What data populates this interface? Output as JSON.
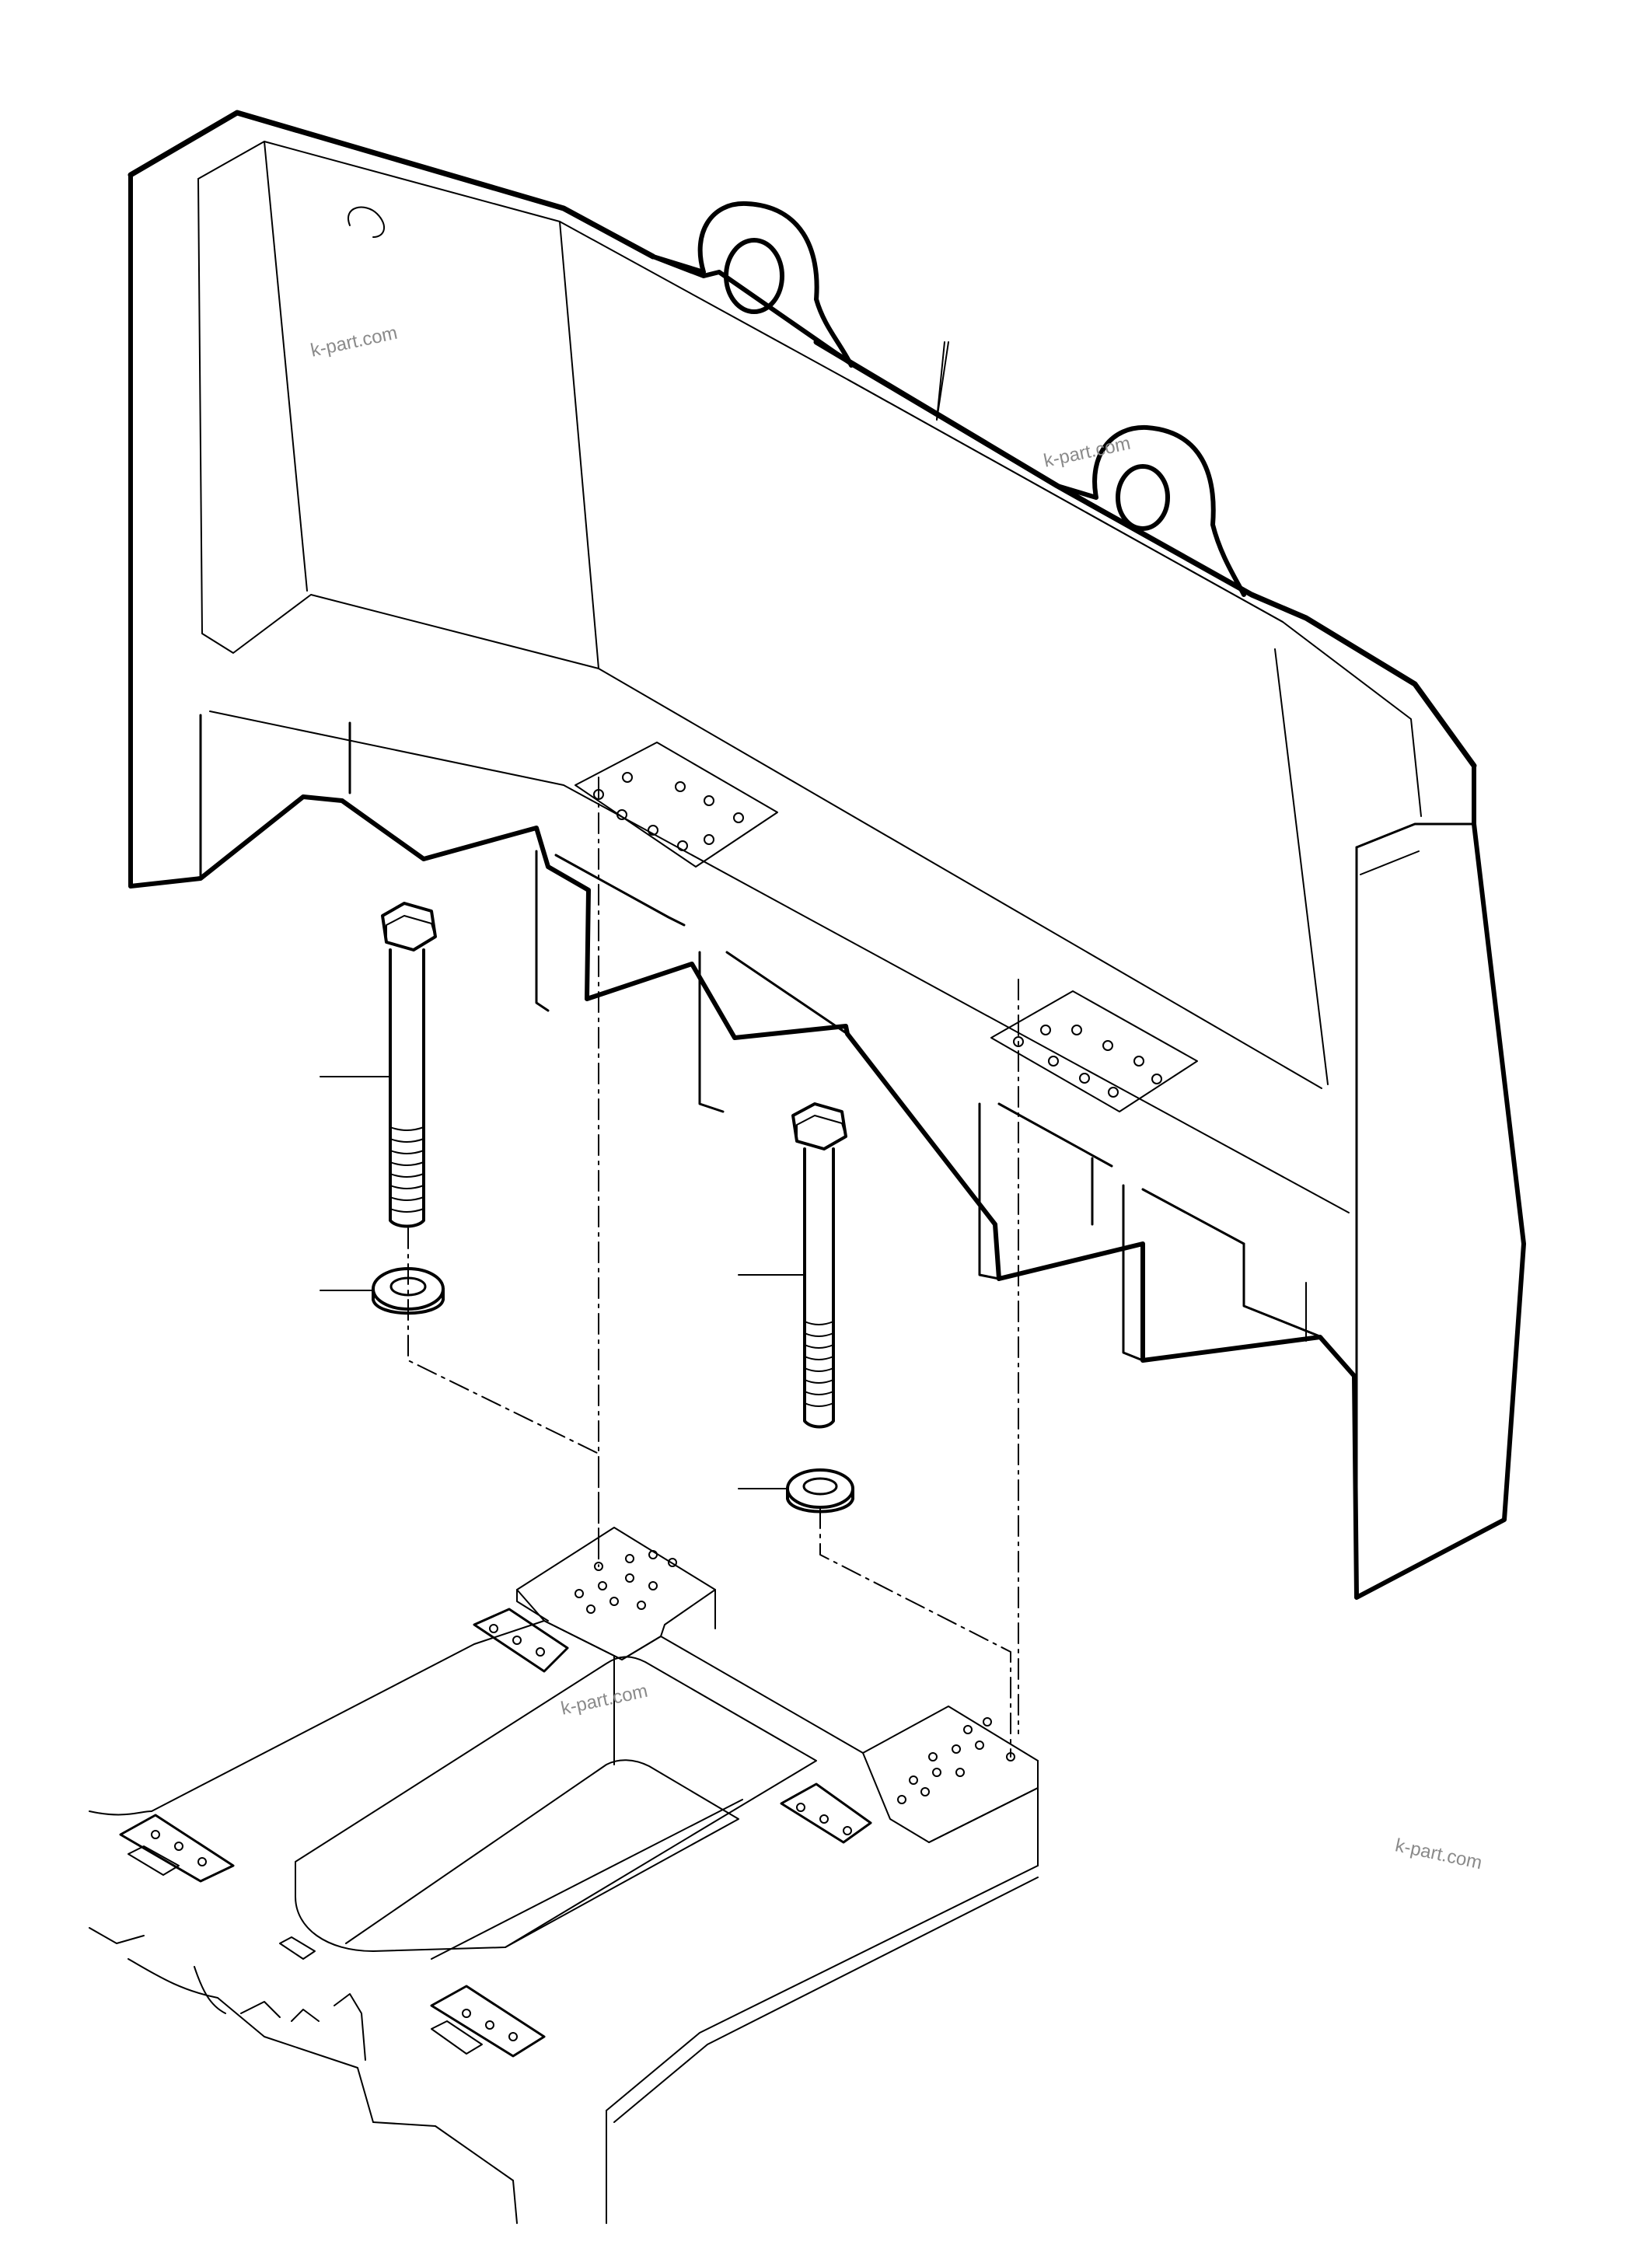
{
  "watermarks": [
    "k-part.com",
    "k-part.com",
    "k-part.com",
    "k-part.com"
  ],
  "parts": [
    {
      "name": "counterweight"
    },
    {
      "name": "bolt"
    },
    {
      "name": "washer"
    },
    {
      "name": "bolt"
    },
    {
      "name": "washer"
    },
    {
      "name": "revolving-frame"
    }
  ],
  "colors": {
    "line": "#000000",
    "background": "#ffffff",
    "watermark": "#8a8a8a"
  }
}
